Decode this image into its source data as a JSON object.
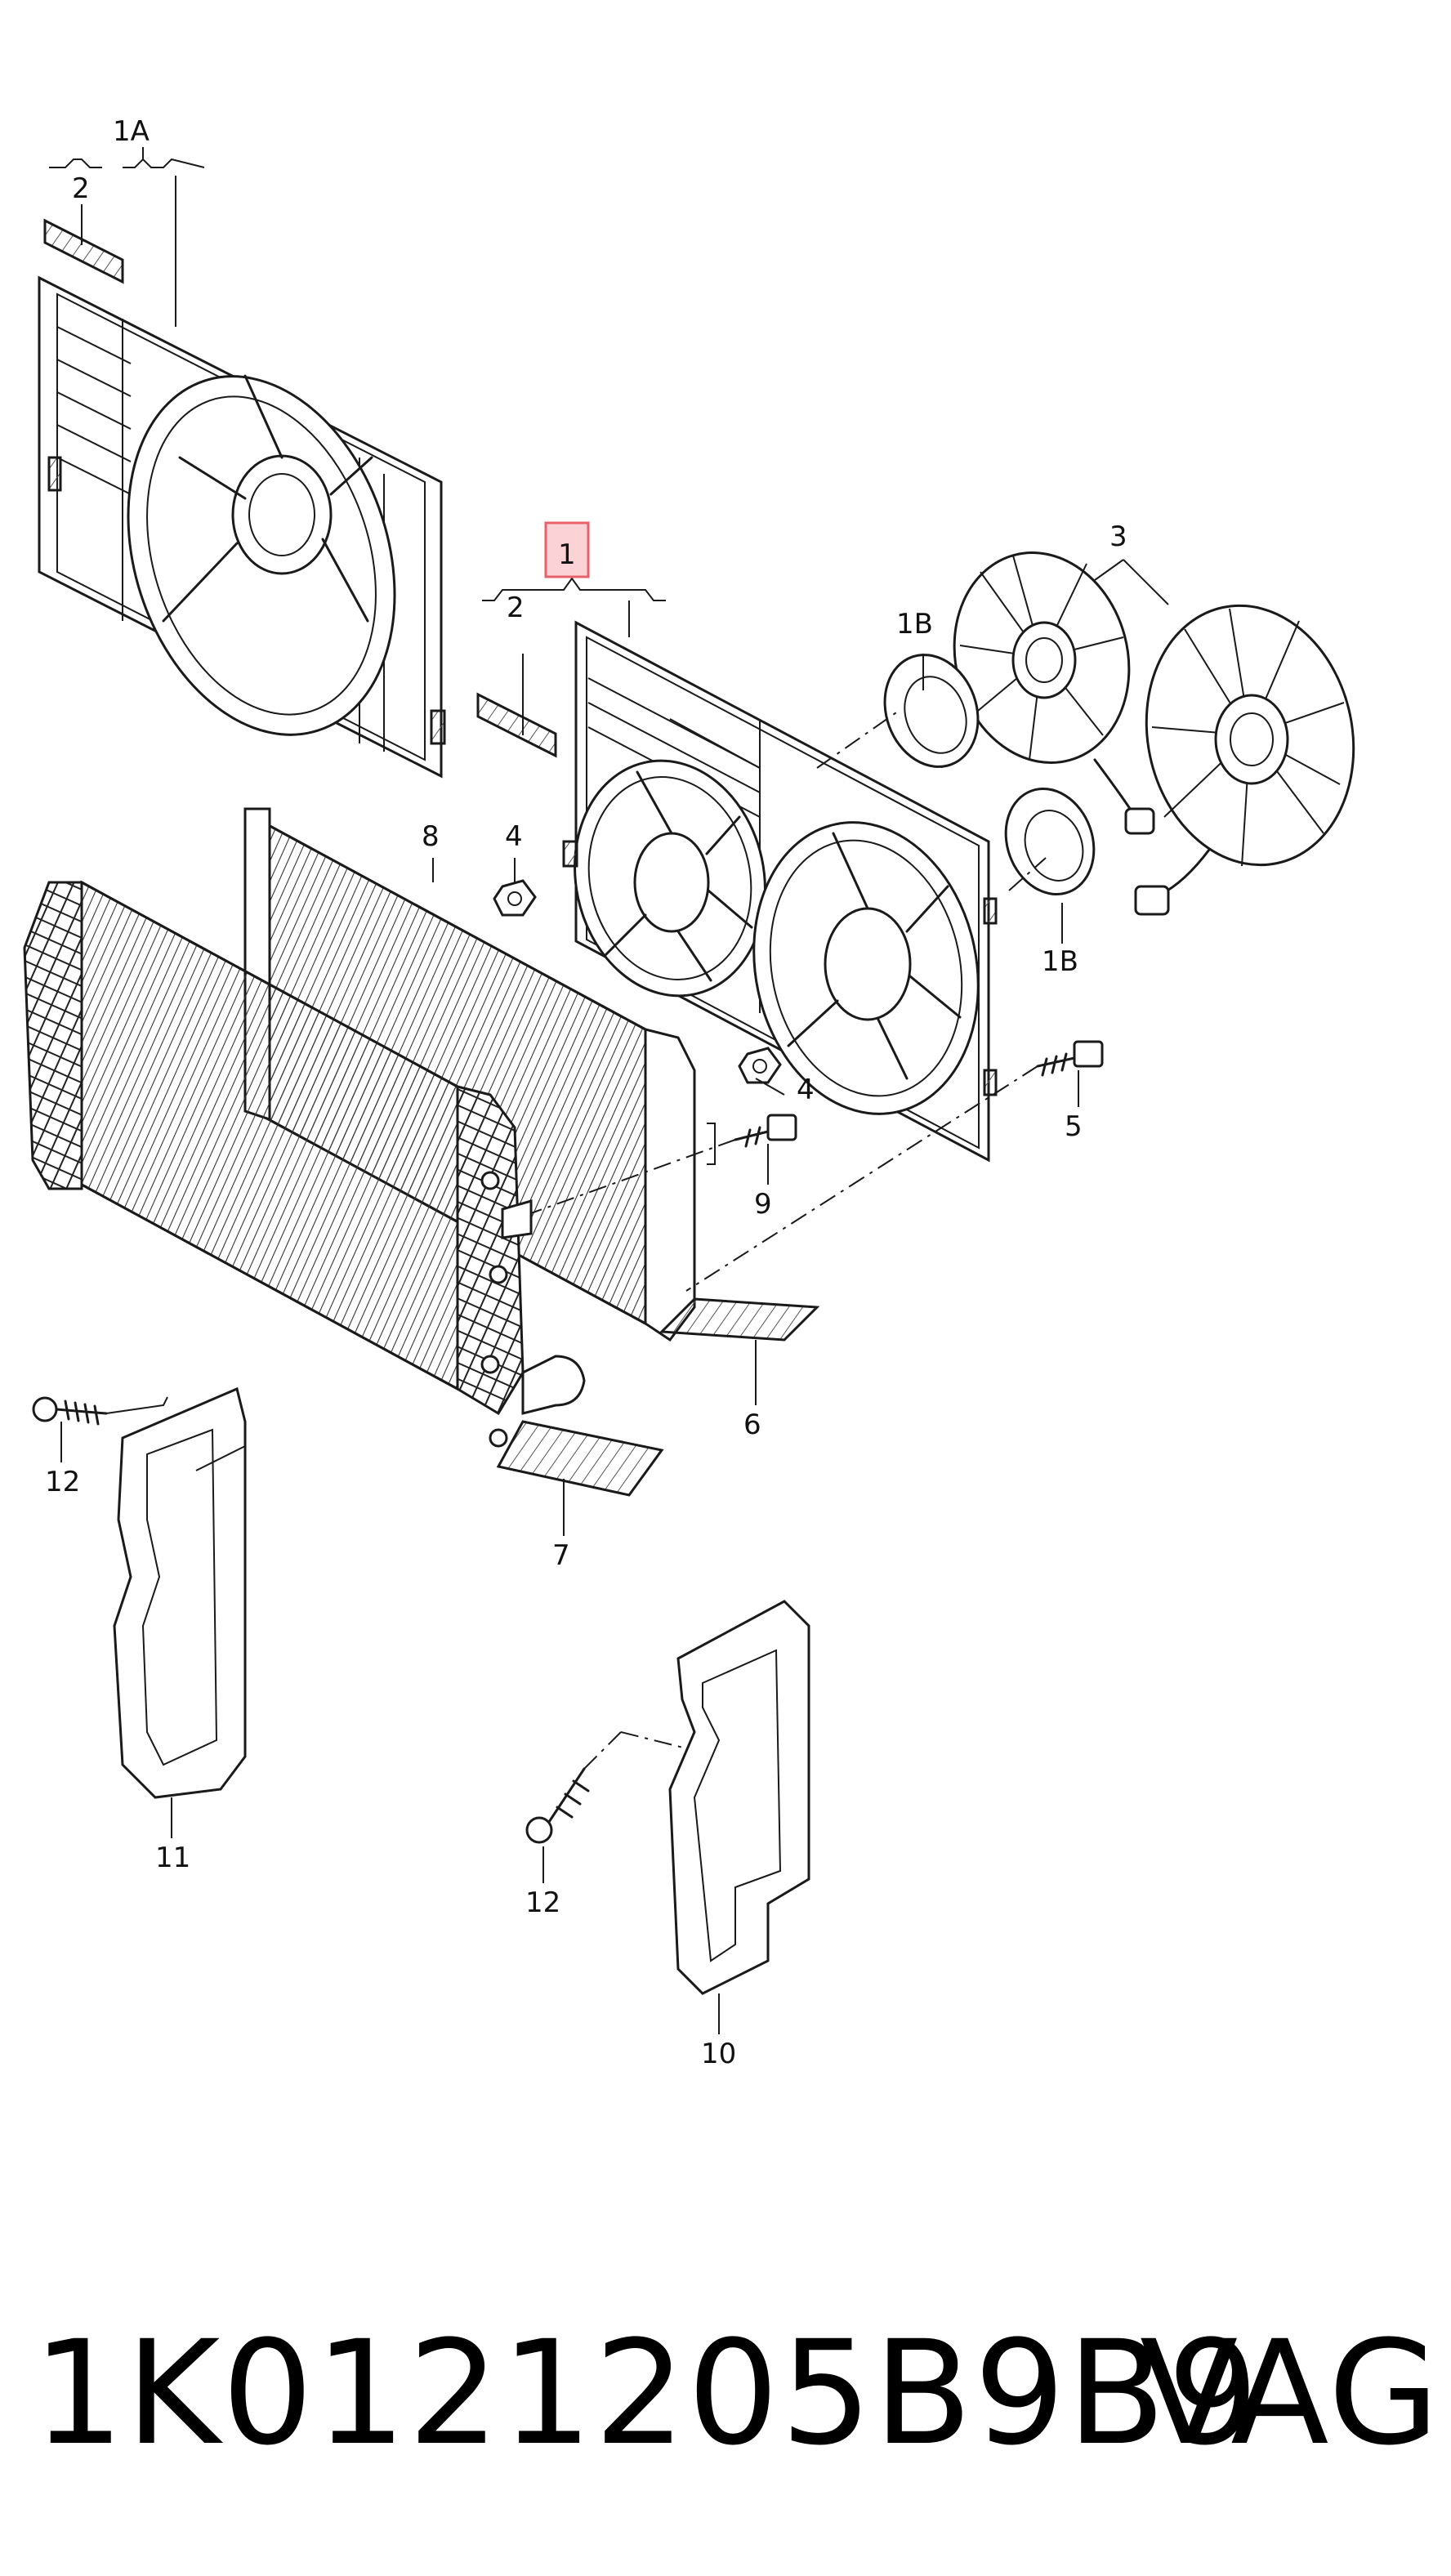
{
  "diagram": {
    "callouts": {
      "c1A": "1A",
      "c2_top": "2",
      "c1": "1",
      "c2_mid": "2",
      "c3": "3",
      "c1B_top": "1B",
      "c1B_bottom": "1B",
      "c4_left": "4",
      "c4_right": "4",
      "c5": "5",
      "c6": "6",
      "c7": "7",
      "c8": "8",
      "c9": "9",
      "c10": "10",
      "c11": "11",
      "c12_left": "12",
      "c12_bottom": "12"
    },
    "highlight_color": "#e8606a"
  },
  "footer": {
    "part_number": "1K0121205B9B9",
    "brand": "VAG"
  }
}
